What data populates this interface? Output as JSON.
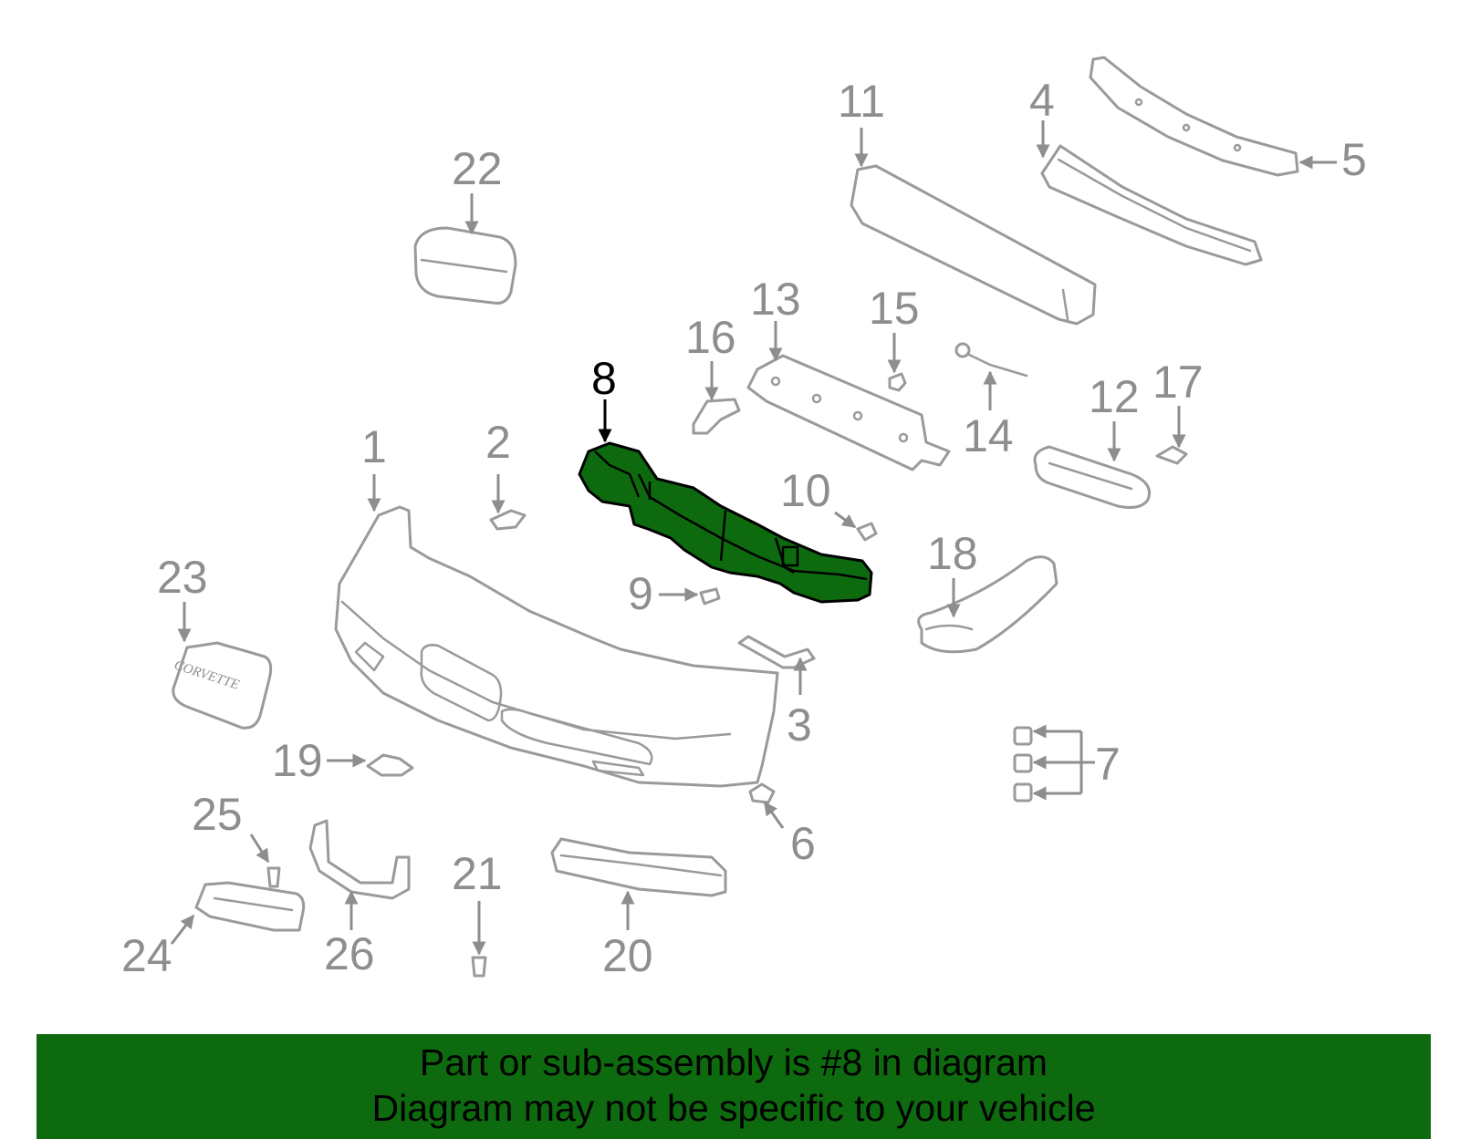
{
  "highlight": {
    "callout": "8",
    "color": "#0e6a0e"
  },
  "callouts": [
    "1",
    "2",
    "3",
    "4",
    "5",
    "6",
    "7",
    "8",
    "9",
    "10",
    "11",
    "12",
    "13",
    "14",
    "15",
    "16",
    "17",
    "18",
    "19",
    "20",
    "21",
    "22",
    "23",
    "24",
    "25",
    "26"
  ],
  "emblem_text": "CORVETTE",
  "banner": {
    "line1": "Part or sub-assembly is #8 in diagram",
    "line2": "Diagram may not be specific to your vehicle",
    "background": "#0e6a0e"
  }
}
